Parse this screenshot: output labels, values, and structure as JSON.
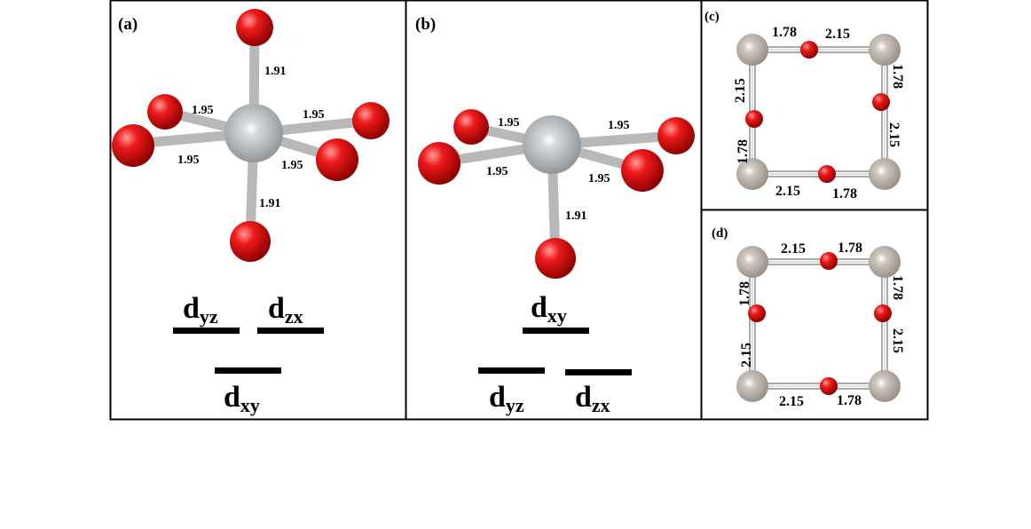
{
  "panels": {
    "a": {
      "label": "(a)",
      "bonds": {
        "top": "1.91",
        "upper_left": "1.95",
        "upper_right": "1.95",
        "lower_left": "1.95",
        "lower_right": "1.95",
        "bottom": "1.91"
      },
      "levels": {
        "upper_left": {
          "main": "d",
          "sub": "yz"
        },
        "upper_right": {
          "main": "d",
          "sub": "zx"
        },
        "lower": {
          "main": "d",
          "sub": "xy"
        }
      }
    },
    "b": {
      "label": "(b)",
      "bonds": {
        "upper_left": "1.95",
        "upper_right": "1.95",
        "lower_left": "1.95",
        "lower_right": "1.95",
        "bottom": "1.91"
      },
      "levels": {
        "upper": {
          "main": "d",
          "sub": "xy"
        },
        "lower_left": {
          "main": "d",
          "sub": "yz"
        },
        "lower_right": {
          "main": "d",
          "sub": "zx"
        }
      }
    },
    "c": {
      "label": "(c)",
      "bonds": {
        "top_left": "1.78",
        "top_right": "2.15",
        "left_upper": "2.15",
        "left_lower": "1.78",
        "right_upper": "1.78",
        "right_lower": "2.15",
        "bottom_left": "2.15",
        "bottom_right": "1.78"
      }
    },
    "d": {
      "label": "(d)",
      "bonds": {
        "top_left": "2.15",
        "top_right": "1.78",
        "left_upper": "1.78",
        "left_lower": "2.15",
        "right_upper": "1.78",
        "right_lower": "2.15",
        "bottom_left": "2.15",
        "bottom_right": "1.78"
      }
    }
  },
  "colors": {
    "oxygen": "#e00000",
    "metal_center": "#a8adb0",
    "corner_atom": "#b3aaa2",
    "bond": "#b8b8b8",
    "frame": "#000000"
  }
}
